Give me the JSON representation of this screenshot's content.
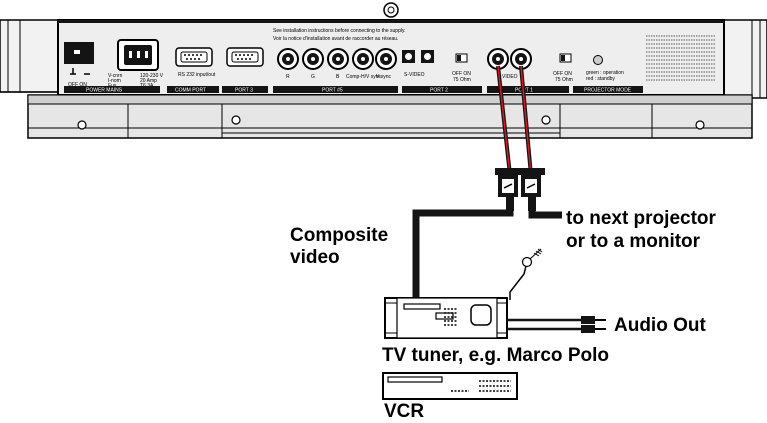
{
  "panel": {
    "notice_line1": "See installation instructions before connecting to the supply.",
    "notice_line2": "Voir la notice d'installation avant de raccorder au réseau.",
    "power_off_on": "OFF  ON",
    "voltage_line1": "V-cnrn",
    "voltage_line2": "I-nom",
    "voltage_line3": "Fus",
    "rating_line1": "120-230 V",
    "rating_line2": "20 Amp",
    "rating_line3": "T6.3A",
    "rs232_label": "RS 232 input/out",
    "port5_connectors": [
      "R",
      "G",
      "B",
      "Comp-H/V sync",
      "V-sync"
    ],
    "svideo_label": "S-VIDEO",
    "off_on_75_a": "OFF  ON",
    "ohm_a": "75 Ohm",
    "video_label": "VIDEO",
    "off_on_75_b": "OFF  ON",
    "ohm_b": "75 Ohm",
    "led_line1": "green : operation",
    "led_line2": "red : standby",
    "band_labels": [
      "POWER MAINS",
      "COMM PORT",
      "PORT 3",
      "PORT #5",
      "PORT 2",
      "PORT 1",
      "PROJECTOR MODE"
    ]
  },
  "labels": {
    "composite_line1": "Composite",
    "composite_line2": "video",
    "next_line1": "to next projector",
    "next_line2": "or to a monitor",
    "audio_out": "Audio Out",
    "tv_tuner": "TV tuner, e.g. Marco Polo",
    "vcr": "VCR"
  },
  "colors": {
    "cable_red": "#e8141e",
    "panel_dark": "#141414",
    "panel_fill": "#eeeeee"
  }
}
